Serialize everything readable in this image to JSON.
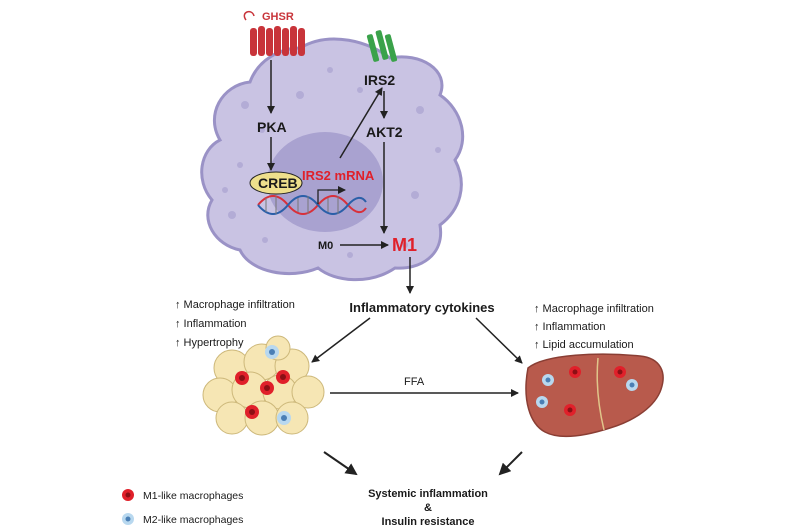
{
  "cell": {
    "receptor1": "GHSR",
    "pka": "PKA",
    "creb": "CREB",
    "irs2_mrna": "IRS2 mRNA",
    "irs2": "IRS2",
    "akt2": "AKT2",
    "m0": "M0",
    "m1": "M1"
  },
  "center": {
    "cytokines": "Inflammatory cytokines",
    "ffa": "FFA"
  },
  "adipose": {
    "effects": [
      "↑ Macrophage infiltration",
      "↑ Inflammation",
      "↑ Hypertrophy"
    ]
  },
  "liver": {
    "effects": [
      "↑ Macrophage infiltration",
      "↑ Inflammation",
      "↑ Lipid accumulation"
    ]
  },
  "outcome": {
    "line1": "Systemic inflammation",
    "line2": "&",
    "line3": "Insulin resistance"
  },
  "legend": {
    "m1": "M1-like macrophages",
    "m2": "M2-like macrophages"
  },
  "colors": {
    "cell_fill": "#c9c3e3",
    "nucleus_fill": "#a9a2d0",
    "ghsr": "#c8343a",
    "green_receptor": "#3aa24a",
    "m1": "#e0202a",
    "m2_fill": "#b8d8ef",
    "adipocyte": "#f6e6b4",
    "liver": "#b85a4c",
    "creb_fill": "#eedf8c"
  }
}
